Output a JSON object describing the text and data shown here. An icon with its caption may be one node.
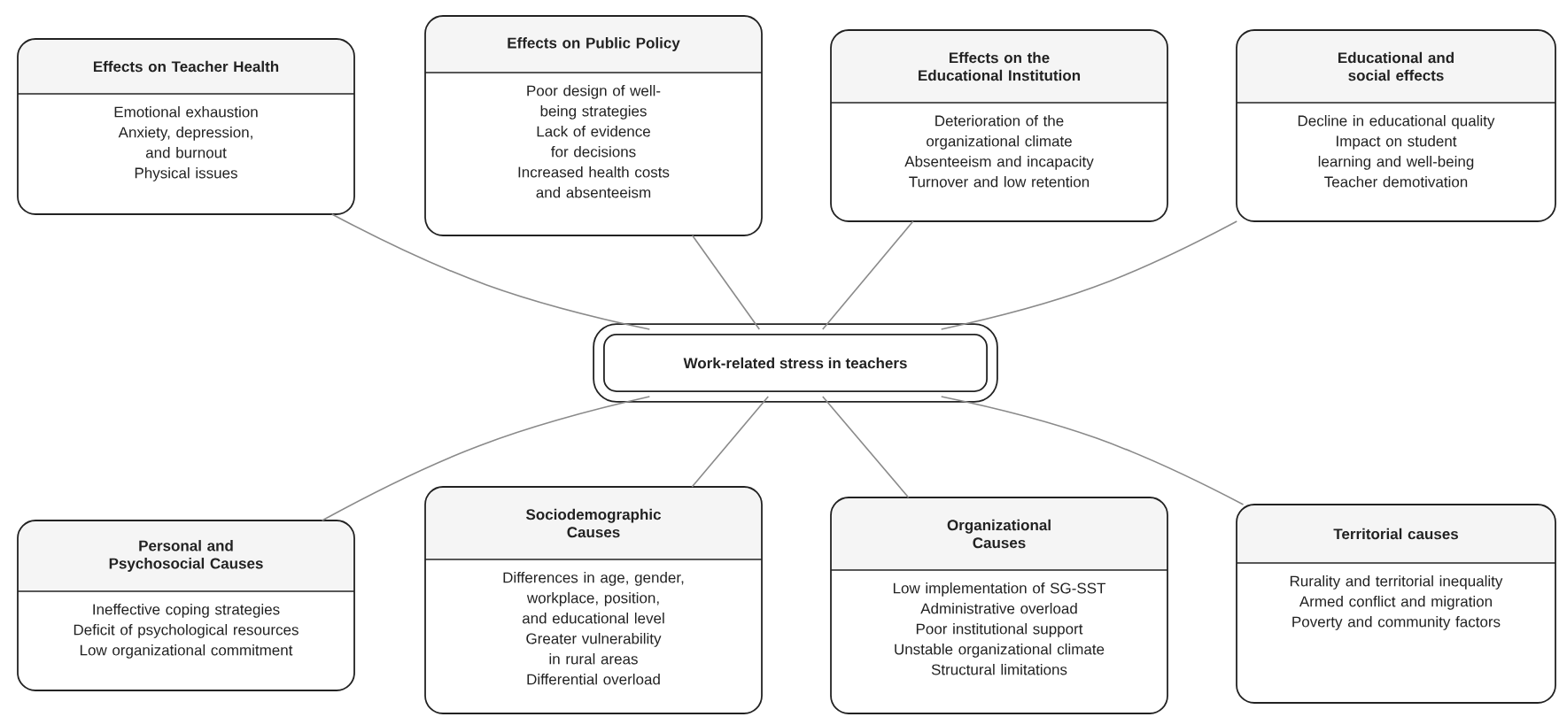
{
  "diagram": {
    "nodes": [
      {
        "text": [
          "Effects on Teacher Health",
          "Emotional exhaustion",
          "Anxiety, depression, and burnout",
          "Physical issues"
        ]
      },
      {
        "text": [
          "Effects on Public Policy",
          "Poor design of well-being strategies",
          "Lack of evidence for decisions",
          "Increased health costs and absenteeism"
        ]
      },
      {
        "text": [
          "Effects on the Educational Institution",
          "Deterioration of the organizational climate",
          "Absenteeism and incapacity",
          "Turnover and low retention"
        ]
      },
      {
        "text": [
          "Educational and social effects",
          "Decline in educational quality",
          "Impact on student learning and well-being",
          "Teacher demotivation"
        ]
      },
      {
        "text": [
          "Work-related stress in teachers"
        ]
      },
      {
        "text": [
          "Personal and Psychosocial Causes",
          "Ineffective coping strategies",
          "Deficit of psychological resources",
          "Low organizational commitment"
        ]
      },
      {
        "text": [
          "Sociodemographic Causes",
          "Differences in age, gender, workplace, position, and educational level",
          "Greater vulnerability in rural areas",
          "Differential overload"
        ]
      },
      {
        "text": [
          "Organizational Causes",
          "Low implementation of SG-SST",
          "Administrative overload",
          "Poor institutional support",
          "Unstable organizational climate",
          "Structural limitations"
        ]
      },
      {
        "text": [
          "Territorial causes",
          "Rurality and territorial inequality",
          "Armed conflict and migration",
          "Poverty and community factors"
        ]
      }
    ],
    "edges": [
      {
        "from": 4,
        "to": 0,
        "arrow": "none"
      },
      {
        "from": 4,
        "to": 1,
        "arrow": "none"
      },
      {
        "from": 4,
        "to": 2,
        "arrow": "none"
      },
      {
        "from": 4,
        "to": 3,
        "arrow": "none"
      },
      {
        "from": 4,
        "to": 5,
        "arrow": "none"
      },
      {
        "from": 4,
        "to": 6,
        "arrow": "none"
      },
      {
        "from": 4,
        "to": 7,
        "arrow": "none"
      },
      {
        "from": 4,
        "to": 8,
        "arrow": "none"
      }
    ]
  }
}
